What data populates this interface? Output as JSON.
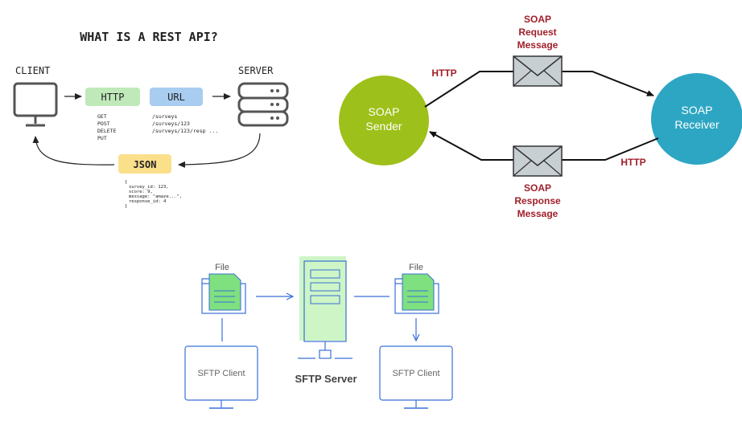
{
  "colors": {
    "http_box": "#bfe9b9",
    "url_box": "#a9cdf0",
    "json_box": "#fbe08c",
    "soap_sender": "#9dc01a",
    "soap_receiver": "#2da6c3",
    "soap_label": "#a0202a",
    "sftp_blue": "#3a6fd8",
    "sftp_green": "#7ee07e"
  },
  "rest": {
    "title": "WHAT IS A REST API?",
    "client_label": "CLIENT",
    "server_label": "SERVER",
    "http_label": "HTTP",
    "url_label": "URL",
    "json_label": "JSON",
    "methods": [
      "GET",
      "POST",
      "DELETE",
      "PUT"
    ],
    "urls": [
      "/surveys",
      "/surveys/123",
      "/surveys/123/resp ..."
    ],
    "json_lines": [
      "{",
      "survey_id: 123,",
      "score: 9,",
      "message: \"amaze...\",",
      "response_id: 4",
      "}"
    ],
    "icons": [
      "monitor-icon",
      "server-stack-icon"
    ]
  },
  "soap": {
    "sender_label": [
      "SOAP",
      "Sender"
    ],
    "receiver_label": [
      "SOAP",
      "Receiver"
    ],
    "request_label": [
      "SOAP",
      "Request",
      "Message"
    ],
    "response_label": [
      "SOAP",
      "Response",
      "Message"
    ],
    "http_top": "HTTP",
    "http_bottom": "HTTP",
    "icons": [
      "envelope-icon"
    ]
  },
  "sftp": {
    "file_left": "File",
    "file_right": "File",
    "client_left": "SFTP Client",
    "client_right": "SFTP Client",
    "server_label": "SFTP Server",
    "icons": [
      "folder-document-icon",
      "server-tower-icon",
      "monitor-icon"
    ]
  }
}
